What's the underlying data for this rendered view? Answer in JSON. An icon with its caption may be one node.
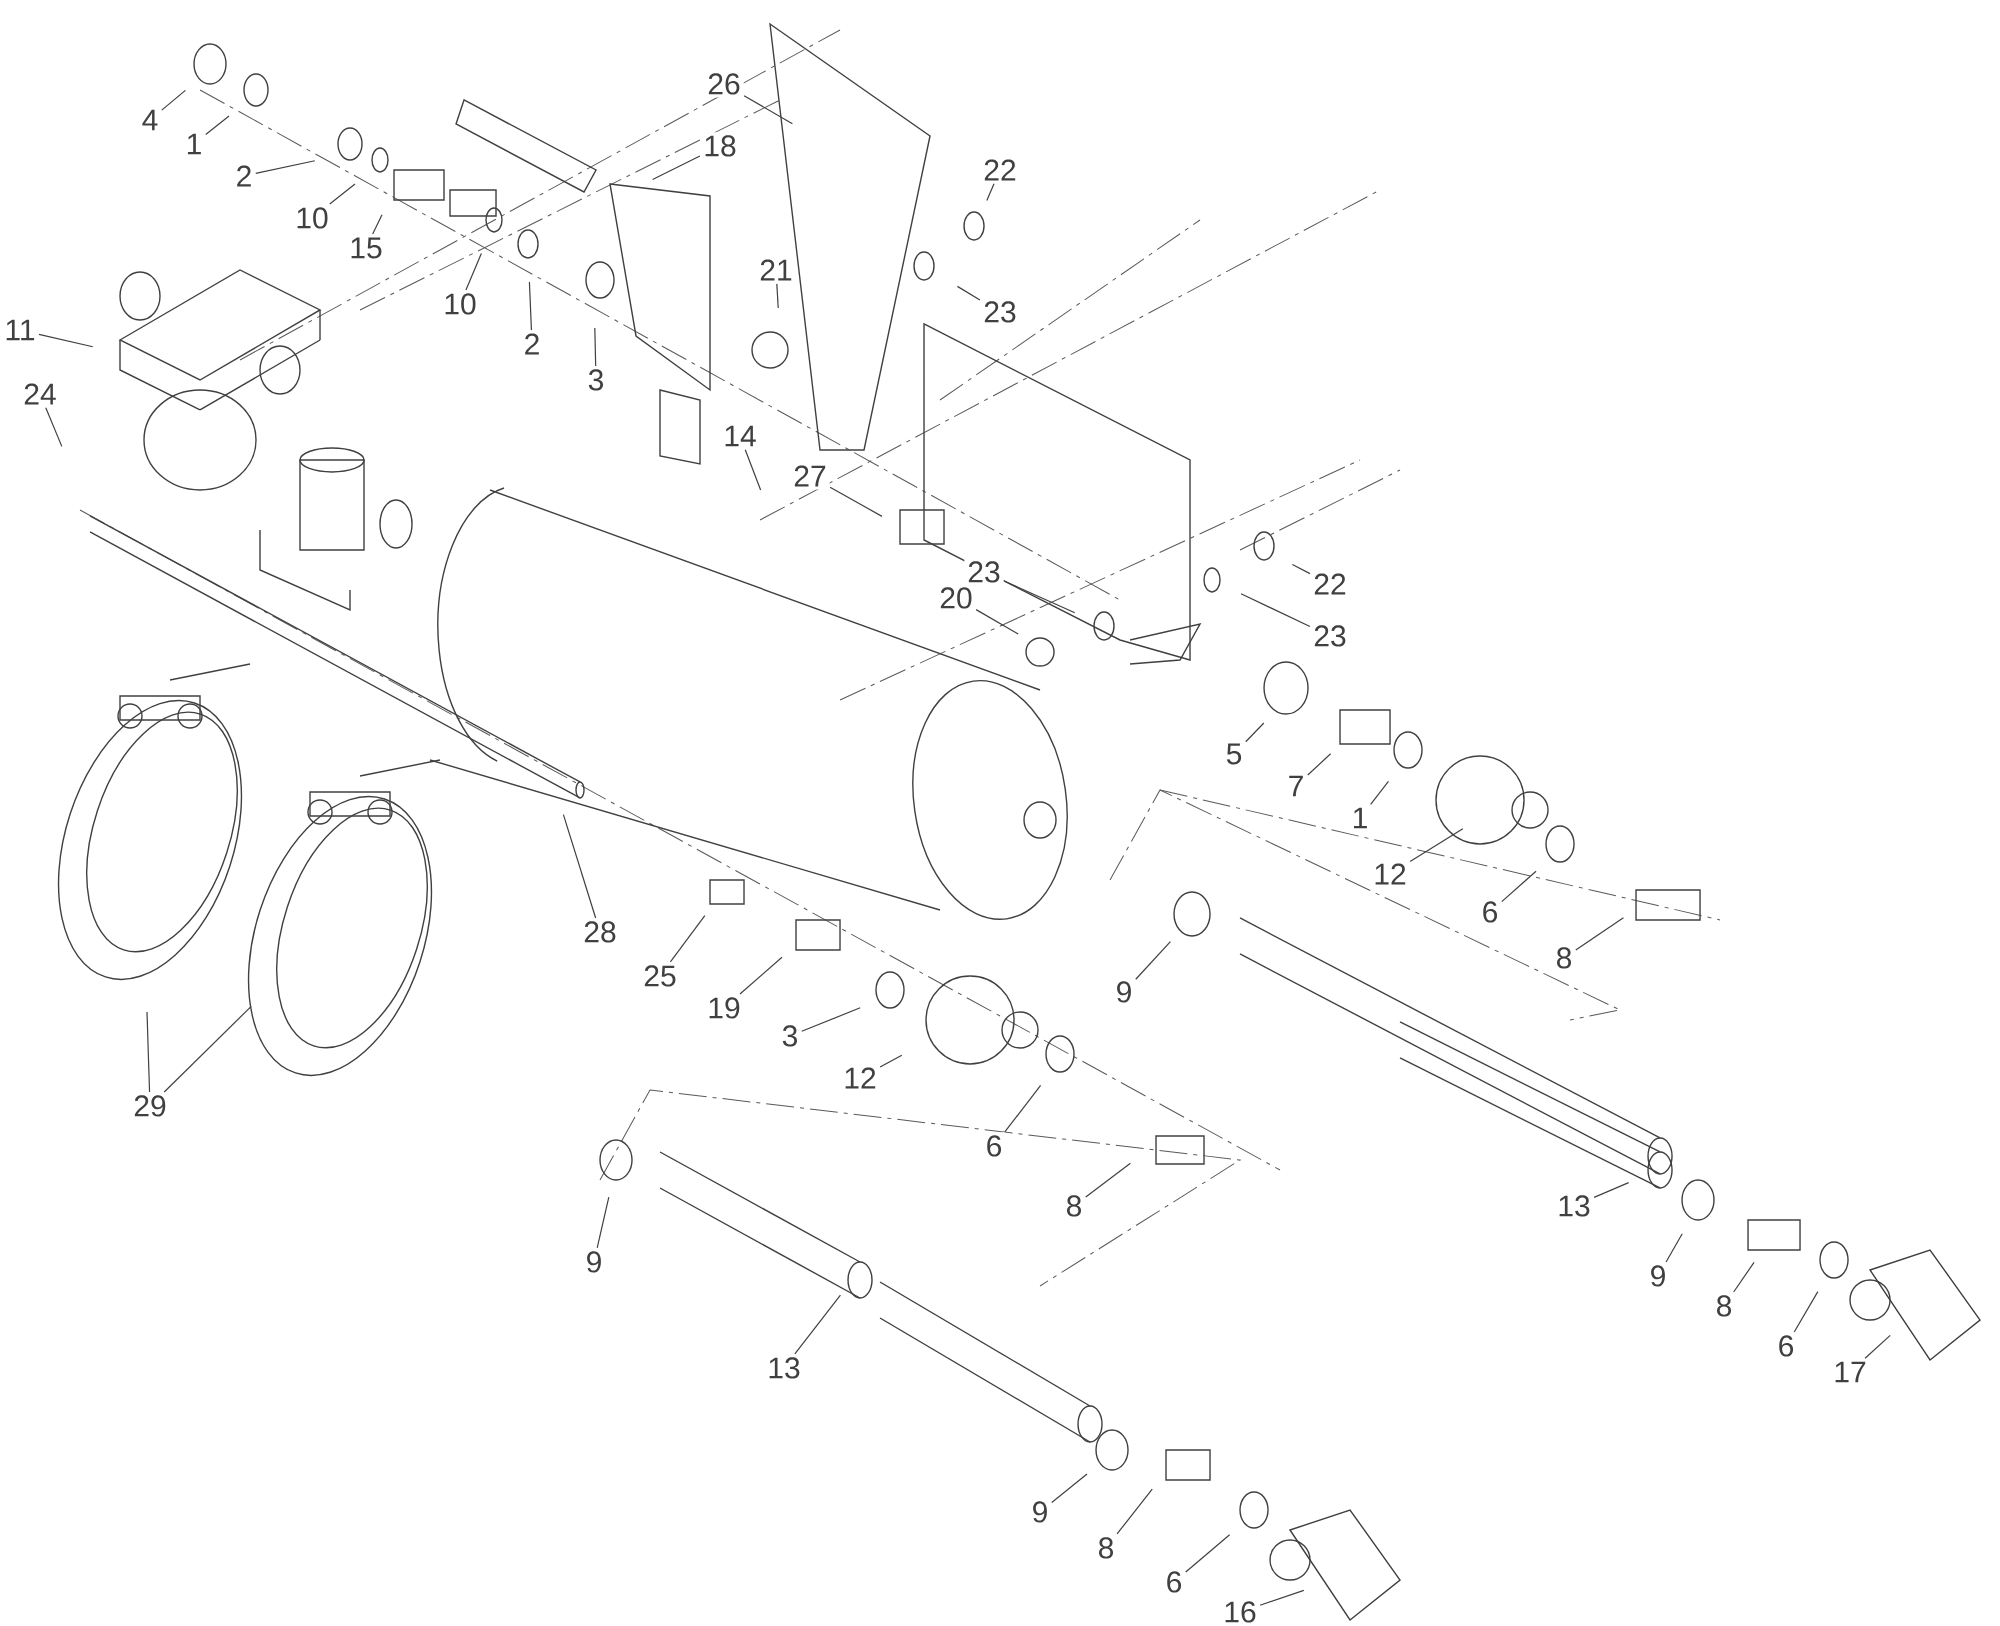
{
  "diagram": {
    "nodes": [
      {
        "text": [
          "4"
        ]
      },
      {
        "text": [
          "1"
        ]
      },
      {
        "text": [
          "2"
        ]
      },
      {
        "text": [
          "10"
        ]
      },
      {
        "text": [
          "15"
        ]
      },
      {
        "text": [
          "10"
        ]
      },
      {
        "text": [
          "2"
        ]
      },
      {
        "text": [
          "3"
        ]
      },
      {
        "text": [
          "18"
        ]
      },
      {
        "text": [
          "26"
        ]
      },
      {
        "text": [
          "22"
        ]
      },
      {
        "text": [
          "23"
        ]
      },
      {
        "text": [
          "21"
        ]
      },
      {
        "text": [
          "11"
        ]
      },
      {
        "text": [
          "24"
        ]
      },
      {
        "text": [
          "14"
        ]
      },
      {
        "text": [
          "27"
        ]
      },
      {
        "text": [
          "23"
        ]
      },
      {
        "text": [
          "20"
        ]
      },
      {
        "text": [
          "22"
        ]
      },
      {
        "text": [
          "23"
        ]
      },
      {
        "text": [
          "5"
        ]
      },
      {
        "text": [
          "7"
        ]
      },
      {
        "text": [
          "1"
        ]
      },
      {
        "text": [
          "12"
        ]
      },
      {
        "text": [
          "6"
        ]
      },
      {
        "text": [
          "8"
        ]
      },
      {
        "text": [
          "9"
        ]
      },
      {
        "text": [
          "28"
        ]
      },
      {
        "text": [
          "25"
        ]
      },
      {
        "text": [
          "19"
        ]
      },
      {
        "text": [
          "3"
        ]
      },
      {
        "text": [
          "12"
        ]
      },
      {
        "text": [
          "6"
        ]
      },
      {
        "text": [
          "8"
        ]
      },
      {
        "text": [
          "29"
        ]
      },
      {
        "text": [
          "9"
        ]
      },
      {
        "text": [
          "13"
        ]
      },
      {
        "text": [
          "13"
        ]
      },
      {
        "text": [
          "9"
        ]
      },
      {
        "text": [
          "8"
        ]
      },
      {
        "text": [
          "6"
        ]
      },
      {
        "text": [
          "17"
        ]
      },
      {
        "text": [
          "9"
        ]
      },
      {
        "text": [
          "8"
        ]
      },
      {
        "text": [
          "6"
        ]
      },
      {
        "text": [
          "16"
        ]
      }
    ],
    "edges": [
      {
        "from": 0,
        "to": null,
        "arrow": "none"
      },
      {
        "from": 1,
        "to": null,
        "arrow": "none"
      },
      {
        "from": 2,
        "to": null,
        "arrow": "none"
      },
      {
        "from": 3,
        "to": null,
        "arrow": "none"
      },
      {
        "from": 4,
        "to": null,
        "arrow": "none"
      },
      {
        "from": 5,
        "to": null,
        "arrow": "none"
      },
      {
        "from": 6,
        "to": null,
        "arrow": "none"
      },
      {
        "from": 7,
        "to": null,
        "arrow": "none"
      },
      {
        "from": 8,
        "to": null,
        "arrow": "none"
      },
      {
        "from": 9,
        "to": null,
        "arrow": "none"
      },
      {
        "from": 10,
        "to": null,
        "arrow": "none"
      },
      {
        "from": 11,
        "to": null,
        "arrow": "none"
      },
      {
        "from": 12,
        "to": null,
        "arrow": "none"
      },
      {
        "from": 13,
        "to": null,
        "arrow": "none"
      },
      {
        "from": 14,
        "to": null,
        "arrow": "none"
      },
      {
        "from": 15,
        "to": null,
        "arrow": "none"
      },
      {
        "from": 16,
        "to": null,
        "arrow": "none"
      },
      {
        "from": 17,
        "to": null,
        "arrow": "none"
      },
      {
        "from": 18,
        "to": null,
        "arrow": "none"
      },
      {
        "from": 19,
        "to": null,
        "arrow": "none"
      },
      {
        "from": 20,
        "to": null,
        "arrow": "none"
      },
      {
        "from": 21,
        "to": null,
        "arrow": "none"
      },
      {
        "from": 22,
        "to": null,
        "arrow": "none"
      },
      {
        "from": 23,
        "to": null,
        "arrow": "none"
      },
      {
        "from": 24,
        "to": null,
        "arrow": "none"
      },
      {
        "from": 25,
        "to": null,
        "arrow": "none"
      },
      {
        "from": 26,
        "to": null,
        "arrow": "none"
      },
      {
        "from": 27,
        "to": null,
        "arrow": "none"
      },
      {
        "from": 28,
        "to": null,
        "arrow": "none"
      },
      {
        "from": 29,
        "to": null,
        "arrow": "none"
      },
      {
        "from": 30,
        "to": null,
        "arrow": "none"
      },
      {
        "from": 31,
        "to": null,
        "arrow": "none"
      },
      {
        "from": 32,
        "to": null,
        "arrow": "none"
      },
      {
        "from": 33,
        "to": null,
        "arrow": "none"
      },
      {
        "from": 34,
        "to": null,
        "arrow": "none"
      },
      {
        "from": 35,
        "to": null,
        "arrow": "none"
      },
      {
        "from": 35,
        "to": null,
        "arrow": "none"
      },
      {
        "from": 36,
        "to": null,
        "arrow": "none"
      },
      {
        "from": 37,
        "to": null,
        "arrow": "none"
      },
      {
        "from": 38,
        "to": null,
        "arrow": "none"
      },
      {
        "from": 39,
        "to": null,
        "arrow": "none"
      },
      {
        "from": 40,
        "to": null,
        "arrow": "none"
      },
      {
        "from": 41,
        "to": null,
        "arrow": "none"
      },
      {
        "from": 42,
        "to": null,
        "arrow": "none"
      },
      {
        "from": 43,
        "to": null,
        "arrow": "none"
      },
      {
        "from": 44,
        "to": null,
        "arrow": "none"
      },
      {
        "from": 45,
        "to": null,
        "arrow": "none"
      },
      {
        "from": 46,
        "to": null,
        "arrow": "none"
      }
    ]
  }
}
